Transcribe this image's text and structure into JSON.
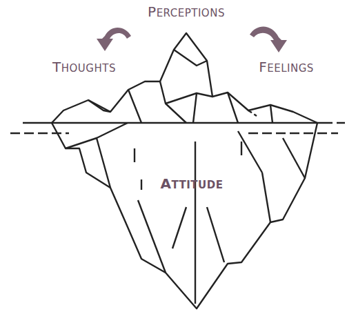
{
  "diagram": {
    "labels": [
      "PERCEPTIONS",
      "THOUGHTS",
      "FEELINGS",
      "ATTITUDE"
    ]
  }
}
